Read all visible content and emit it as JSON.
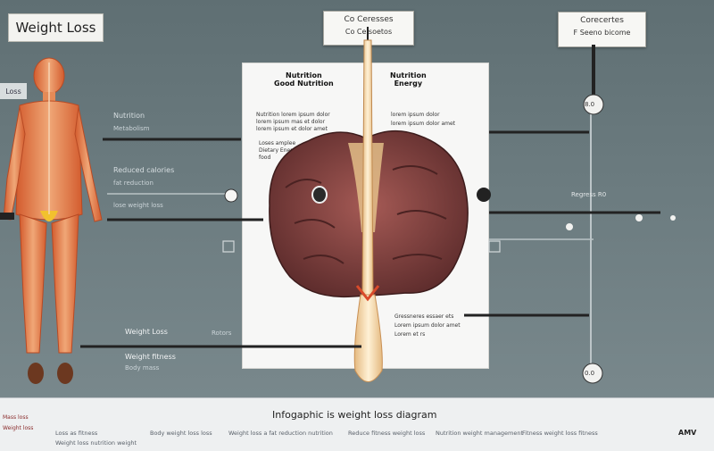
{
  "title": "Weight Loss",
  "side_tab": "Loss",
  "top_labels": [
    {
      "line1": "Co Ceresses",
      "line2": "Co Ce soetos"
    },
    {
      "line1": "Corecertes",
      "line2": "F Seeno bicome"
    }
  ],
  "panel": {
    "heading_left": [
      "Nutrition",
      "Good Nutrition"
    ],
    "heading_right": [
      "Nutrition",
      "Energy"
    ],
    "text_left": [
      "Nutrition lorem ipsum dolor",
      "lorem ipsum mas et dolor",
      "lorem ipsum et dolor amet",
      "Loses amplee",
      "Dietary Energy",
      "food"
    ],
    "text_right": [
      "lorem ipsum dolor",
      "lorem ipsum dolor amet"
    ],
    "bottom_text": [
      "Gressneres essaer ets",
      "Lorem ipsum dolor amet",
      "Lorem et rs"
    ]
  },
  "left_labels": [
    "Nutrition",
    "Metabolism",
    "Reduced calories",
    "fat reduction",
    "lose weight loss",
    "Weight Loss",
    "Rotors",
    "Weight fitness",
    "Body mass"
  ],
  "right_labels": [
    "Regress R0"
  ],
  "callout_numbers": [
    "8.0",
    "0.0"
  ],
  "caption": "Infogaphic is weight loss diagram",
  "footnotes": [
    "Loss as fitness",
    "Body weight loss loss",
    "Weight loss a fat reduction nutrition",
    "Reduce fitness weight loss",
    "Nutrition weight management",
    "Fitness weight loss fitness",
    "Weight loss nutrition weight"
  ],
  "left_mini": [
    "Mass loss",
    "Weight loss"
  ],
  "corner_brand": "AMV",
  "colors": {
    "background": "#6b7b7f",
    "body": "#e8935a",
    "brain": "#8a4444",
    "stem": "#f3d8a4"
  }
}
